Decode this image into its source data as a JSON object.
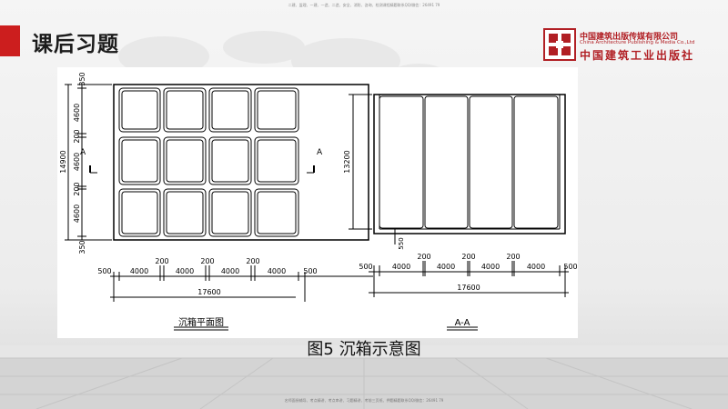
{
  "header": {
    "top_note": "二建、监理、一建、一造、二造、安全、消防、咨询、检测课程精题联系QQ/微信：26491 79",
    "title": "课后习题"
  },
  "logo": {
    "cn_name": "中国建筑出版传媒有限公司",
    "en_name": "China Architecture Publishing & Media Co.,Ltd",
    "cn_name2": "中国建筑工业出版社"
  },
  "drawing": {
    "plan": {
      "title": "沉箱平面图",
      "section_mark": "A",
      "vertical_dims": [
        "350",
        "4600",
        "200",
        "4600",
        "200",
        "4600",
        "350"
      ],
      "overall_height": "14900",
      "horizontal_dims": [
        "500",
        "4000",
        "200",
        "4000",
        "200",
        "4000",
        "200",
        "4000",
        "500"
      ],
      "overall_width": "17600"
    },
    "section": {
      "title": "A-A",
      "height": "13200",
      "base": "550",
      "horizontal_dims": [
        "500",
        "4000",
        "200",
        "4000",
        "200",
        "4000",
        "200",
        "4000",
        "500"
      ],
      "overall_width": "17600"
    }
  },
  "caption": "图5  沉箱示意图",
  "footer": {
    "note": "名师面授辅导、考点精讲、考点串讲、习题精讲、考前三页纸、押题精题联系QQ/微信：26491 79"
  }
}
